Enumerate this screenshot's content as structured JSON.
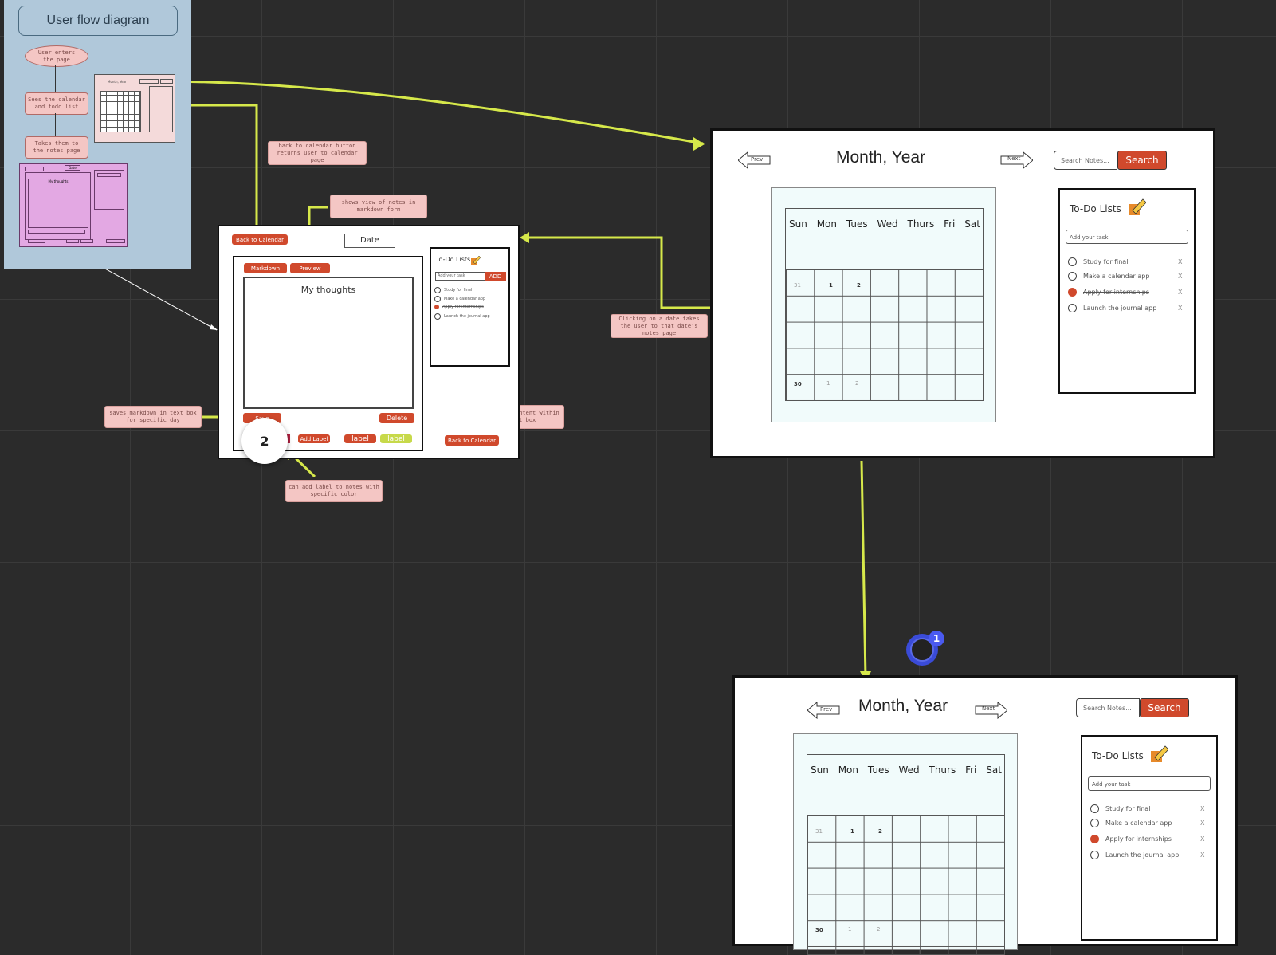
{
  "diagram": {
    "title": "User flow diagram",
    "flow_nodes": [
      "User enters the page",
      "Sees the calendar and todo list",
      "Takes them to the notes page"
    ],
    "thumb_cal_title": "Month, Year",
    "thumb_notes_text": "My thoughts",
    "thumb_notes_date": "Date"
  },
  "notes": {
    "back_to_calendar_button": "back to calendar button returns user to calendar page",
    "shows_view": "shows view of notes in markdown form",
    "clicking_date": "Clicking on a date takes the user to that date's notes page",
    "saves_markdown": "saves markdown in text box for specific day",
    "deletes_all": "deletes all content within the text box",
    "add_label": "can add label to notes with specific color"
  },
  "notes_page": {
    "back_to_calendar": "Back to Calendar",
    "date": "Date",
    "markdown": "Markdown",
    "preview": "Preview",
    "thoughts": "My thoughts",
    "save": "Save",
    "delete": "Delete",
    "add_label": "Add Label",
    "label1": "label",
    "label2": "label",
    "back_bottom": "Back to Calendar",
    "todo_title": "To-Do Lists",
    "todo_placeholder": "Add your task",
    "todo_add": "ADD",
    "todos": [
      "Study for final",
      "Make a calendar app",
      "Apply for internships",
      "Launch the journal app"
    ]
  },
  "calendar_page": {
    "prev": "Prev",
    "next": "Next",
    "title": "Month, Year",
    "search_placeholder": "Search Notes...",
    "search_button": "Search",
    "days": [
      "Sun",
      "Mon",
      "Tues",
      "Wed",
      "Thurs",
      "Fri",
      "Sat"
    ],
    "first_row": [
      "31",
      "1",
      "2"
    ],
    "last_row": [
      "30",
      "1",
      "2"
    ],
    "todo_title": "To-Do Lists",
    "todo_placeholder": "Add your task",
    "todos": [
      "Study for final",
      "Make a calendar app",
      "Apply for internships",
      "Launch the journal app"
    ],
    "todo_remove": "X"
  },
  "collab": {
    "badge_count": "1",
    "bubble_number": "2"
  },
  "colors": {
    "accent": "#d0492c",
    "arrow": "#d6e84a",
    "panel": "#b0c8da",
    "note": "#f4c6c4",
    "label_green": "#c7d94a"
  }
}
